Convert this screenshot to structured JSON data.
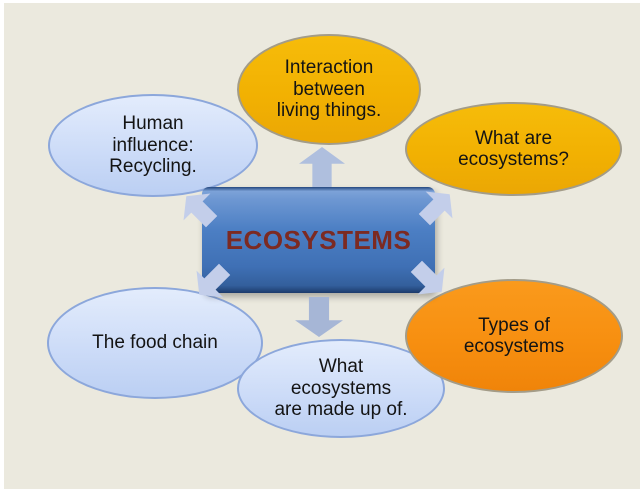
{
  "slide": {
    "title": "ECOSYSTEMS",
    "background_color": "#EBE9DE",
    "title_color": "#7C2A22",
    "nodes": [
      {
        "id": "interaction-between-living-things",
        "label": "Interaction\nbetween\nliving things.",
        "fill": "#F2B102"
      },
      {
        "id": "what-are-ecosystems",
        "label": "What are\necosystems?",
        "fill": "#F2B102"
      },
      {
        "id": "human-influence-recycling",
        "label": "Human\ninfluence:\nRecycling.",
        "fill": "#CDDCF8"
      },
      {
        "id": "the-food-chain",
        "label": "The food chain",
        "fill": "#CDDCF8"
      },
      {
        "id": "what-ecosystems-are-made-up-of",
        "label": "What\necosystems\nare made up of.",
        "fill": "#CDDCF8"
      },
      {
        "id": "types-of-ecosystems",
        "label": "Types of\necosystems",
        "fill": "#F78F10"
      }
    ],
    "colors": {
      "gold": "#F2B102",
      "orange": "#F78F10",
      "light_blue": "#CDDCF8",
      "center_blue": "#4C7FC4",
      "arrow": "#C3CEEA",
      "node_text": "#141414",
      "title_maroon": "#7C2A22"
    },
    "icons": [
      "arrow-up-icon",
      "arrow-down-icon",
      "arrow-up-left-icon",
      "arrow-up-right-icon",
      "arrow-down-left-icon",
      "arrow-down-right-icon"
    ]
  }
}
